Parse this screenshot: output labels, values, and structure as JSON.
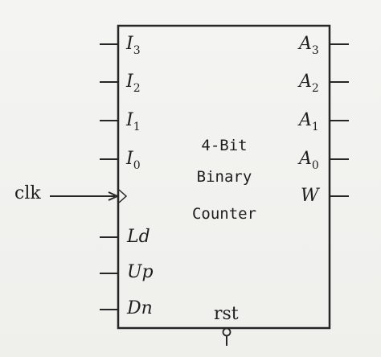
{
  "block": {
    "title_lines": [
      "4-Bit",
      "Binary",
      "Counter"
    ]
  },
  "inputs": [
    {
      "base": "I",
      "sub": "3"
    },
    {
      "base": "I",
      "sub": "2"
    },
    {
      "base": "I",
      "sub": "1"
    },
    {
      "base": "I",
      "sub": "0"
    },
    {
      "base": "Ld",
      "sub": ""
    },
    {
      "base": "Up",
      "sub": ""
    },
    {
      "base": "Dn",
      "sub": ""
    }
  ],
  "outputs": [
    {
      "base": "A",
      "sub": "3"
    },
    {
      "base": "A",
      "sub": "2"
    },
    {
      "base": "A",
      "sub": "1"
    },
    {
      "base": "A",
      "sub": "0"
    },
    {
      "base": "W",
      "sub": ""
    }
  ],
  "clock": {
    "label": "clk"
  },
  "reset": {
    "label": "rst"
  },
  "colors": {
    "line": "#262626",
    "background": "#f2f2f0"
  }
}
